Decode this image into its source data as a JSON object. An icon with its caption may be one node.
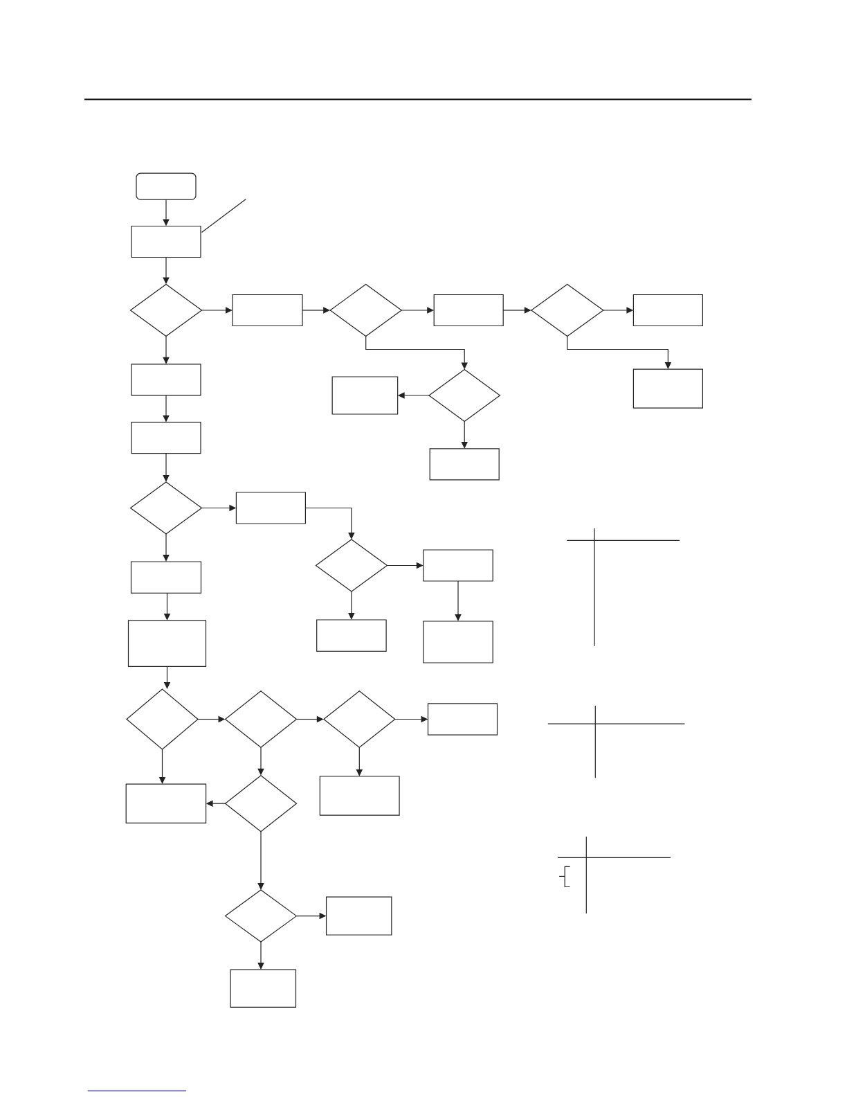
{
  "diagram": {
    "nodes": [
      {
        "text": [],
        "shape": "box"
      },
      {
        "text": [],
        "shape": "box"
      },
      {
        "text": [],
        "shape": "diamond"
      },
      {
        "text": [],
        "shape": "box"
      },
      {
        "text": [],
        "shape": "diamond"
      },
      {
        "text": [],
        "shape": "box"
      },
      {
        "text": [],
        "shape": "diamond"
      },
      {
        "text": [],
        "shape": "box"
      },
      {
        "text": [],
        "shape": "box"
      },
      {
        "text": [],
        "shape": "diamond"
      },
      {
        "text": [],
        "shape": "box"
      },
      {
        "text": [],
        "shape": "box"
      },
      {
        "text": [],
        "shape": "box"
      },
      {
        "text": [],
        "shape": "box"
      },
      {
        "text": [],
        "shape": "diamond"
      },
      {
        "text": [],
        "shape": "box"
      },
      {
        "text": [],
        "shape": "box"
      },
      {
        "text": [],
        "shape": "diamond"
      },
      {
        "text": [],
        "shape": "box"
      },
      {
        "text": [],
        "shape": "box"
      },
      {
        "text": [],
        "shape": "box"
      },
      {
        "text": [],
        "shape": "box"
      },
      {
        "text": [],
        "shape": "diamond"
      },
      {
        "text": [],
        "shape": "diamond"
      },
      {
        "text": [],
        "shape": "diamond"
      },
      {
        "text": [],
        "shape": "box"
      },
      {
        "text": [],
        "shape": "box"
      },
      {
        "text": [],
        "shape": "diamond"
      },
      {
        "text": [],
        "shape": "box"
      },
      {
        "text": [],
        "shape": "diamond"
      },
      {
        "text": [],
        "shape": "box"
      },
      {
        "text": [],
        "shape": "box"
      }
    ],
    "edges": [
      {
        "from": 0,
        "to": 1,
        "arrow": "to"
      },
      {
        "from": 1,
        "to": null,
        "arrow": "none"
      },
      {
        "from": 1,
        "to": 2,
        "arrow": "to"
      },
      {
        "from": 2,
        "to": 3,
        "arrow": "to"
      },
      {
        "from": 3,
        "to": 4,
        "arrow": "to"
      },
      {
        "from": 4,
        "to": 5,
        "arrow": "to"
      },
      {
        "from": 5,
        "to": 6,
        "arrow": "to"
      },
      {
        "from": 6,
        "to": 7,
        "arrow": "to"
      },
      {
        "from": 2,
        "to": 8,
        "arrow": "to"
      },
      {
        "from": 4,
        "to": 9,
        "arrow": "to"
      },
      {
        "from": 6,
        "to": 12,
        "arrow": "to"
      },
      {
        "from": 9,
        "to": 10,
        "arrow": "to"
      },
      {
        "from": 9,
        "to": 11,
        "arrow": "to"
      },
      {
        "from": 8,
        "to": 13,
        "arrow": "to"
      },
      {
        "from": 13,
        "to": 14,
        "arrow": "to"
      },
      {
        "from": 14,
        "to": 15,
        "arrow": "to"
      },
      {
        "from": 14,
        "to": 16,
        "arrow": "to"
      },
      {
        "from": 15,
        "to": 17,
        "arrow": "to"
      },
      {
        "from": 17,
        "to": 18,
        "arrow": "to"
      },
      {
        "from": 17,
        "to": 19,
        "arrow": "to"
      },
      {
        "from": 18,
        "to": 20,
        "arrow": "to"
      },
      {
        "from": 16,
        "to": 21,
        "arrow": "to"
      },
      {
        "from": 21,
        "to": 22,
        "arrow": "to"
      },
      {
        "from": 22,
        "to": 23,
        "arrow": "to"
      },
      {
        "from": 23,
        "to": 24,
        "arrow": "to"
      },
      {
        "from": 24,
        "to": 25,
        "arrow": "to"
      },
      {
        "from": 22,
        "to": 26,
        "arrow": "to"
      },
      {
        "from": 23,
        "to": 27,
        "arrow": "to"
      },
      {
        "from": 27,
        "to": 26,
        "arrow": "to"
      },
      {
        "from": 24,
        "to": 28,
        "arrow": "to"
      },
      {
        "from": 27,
        "to": 29,
        "arrow": "to"
      },
      {
        "from": 29,
        "to": 30,
        "arrow": "to"
      },
      {
        "from": 29,
        "to": 31,
        "arrow": "to"
      }
    ]
  }
}
